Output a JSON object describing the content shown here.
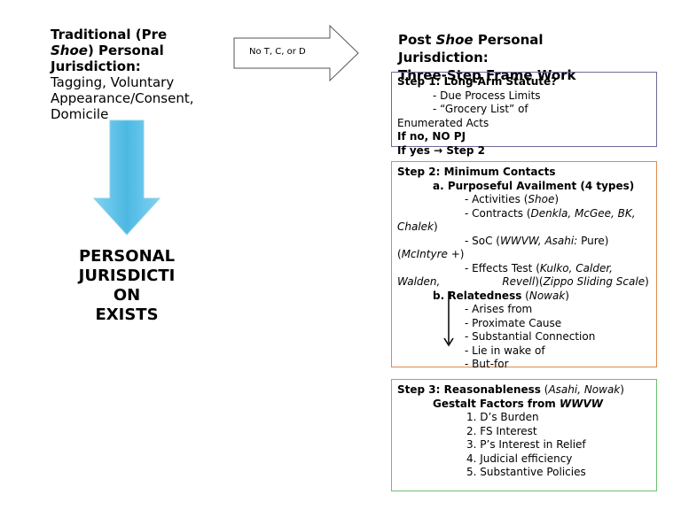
{
  "left": {
    "title_1": "Traditional (Pre",
    "title_2_italic": "Shoe",
    "title_2_rest": ") Personal",
    "title_3": "Jurisdiction:",
    "items_1": "Tagging, Voluntary",
    "items_2": "Appearance/Consent,",
    "items_3": "Domicile"
  },
  "arrow_label": "No T, C, or D",
  "result": {
    "line1": "PERSONAL",
    "line2": "JURISDICTI",
    "line3": "ON",
    "line4": "EXISTS"
  },
  "right_title": {
    "line1_pre": "Post ",
    "line1_italic": "Shoe",
    "line1_post": " Personal",
    "line2": "Jurisdiction:",
    "line3": "Three-Step Frame Work"
  },
  "step1": {
    "heading": "Step 1: Long-Arm Statute?",
    "item1": "- Due Process Limits",
    "item2": "- “Grocery List” of",
    "item2_cont": "Enumerated Acts",
    "if_no": "If no, NO PJ",
    "if_yes": "If yes → Step 2"
  },
  "step2": {
    "heading": "Step 2: Minimum Contacts",
    "a_heading": "a. Purposeful Availment (4 types)",
    "activities": "- Activities (",
    "activities_case": "Shoe",
    "contracts": "- Contracts (",
    "contracts_cases": "Denkla, McGee, BK,",
    "contracts_cont": "Chalek",
    "soc": "- SoC (",
    "soc_cases": "WWVW, Asahi:",
    "soc_rest": " Pure)",
    "soc_cont": "McIntyre +",
    "effects": "- Effects Test (",
    "effects_cases": "Kulko, Calder,",
    "effects_cont1": "Walden,",
    "effects_cont2": "Revell",
    "effects_cont3": "Zippo Sliding Scale",
    "b_heading": "b. Relatedness",
    "b_case": "Nowak",
    "rel": [
      "- Arises from",
      "- Proximate Cause",
      "- Substantial Connection",
      "- Lie in wake of",
      "- But-for"
    ]
  },
  "step3": {
    "heading": "Step 3: Reasonableness",
    "heading_cases": "Asahi, Nowak",
    "gestalt": "Gestalt Factors from ",
    "gestalt_case": "WWVW",
    "factors": [
      "1. D’s Burden",
      "2. FS Interest",
      "3. P’s Interest in Relief",
      "4. Judicial efficiency",
      "5. Substantive Policies"
    ]
  },
  "colors": {
    "step1_border": "#6b6b96",
    "step2_border": "#e08a4a",
    "step3_border": "#6cbf73",
    "down_arrow": "#5bc3e8"
  }
}
